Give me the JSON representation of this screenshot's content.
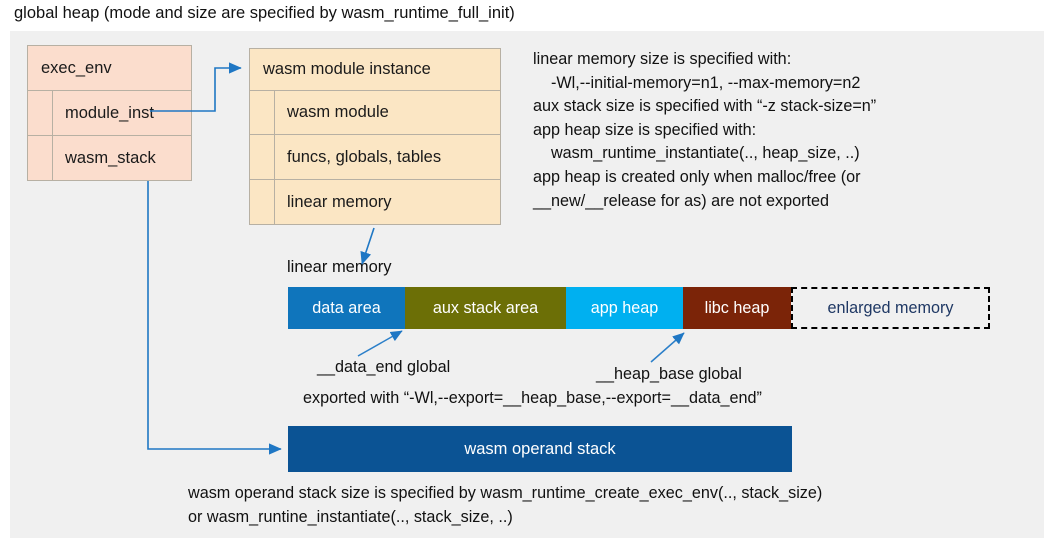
{
  "title": "global heap (mode and size are specified by wasm_runtime_full_init)",
  "exec_env": {
    "header": "exec_env",
    "rows": [
      {
        "label": "module_inst"
      },
      {
        "label": "wasm_stack"
      }
    ]
  },
  "module_instance": {
    "header": "wasm module instance",
    "rows": [
      {
        "label": "wasm module"
      },
      {
        "label": "funcs, globals, tables"
      },
      {
        "label": "linear memory"
      }
    ]
  },
  "info_text": "linear memory size is specified with:\n    -Wl,--initial-memory=n1, --max-memory=n2\naux stack size is specified with “-z stack-size=n”\napp heap size is specified with:\n    wasm_runtime_instantiate(.., heap_size, ..)\napp heap is created only when malloc/free (or\n__new/__release for as) are not exported",
  "linear_memory": {
    "caption": "linear memory",
    "segments": [
      {
        "label": "data area",
        "color": "#0f75bc"
      },
      {
        "label": "aux stack area",
        "color": "#6c6f06"
      },
      {
        "label": "app heap",
        "color": "#00b0f0"
      },
      {
        "label": "libc heap",
        "color": "#7b2408"
      },
      {
        "label": "enlarged memory",
        "color": "#f0f0f0",
        "style": "dashed",
        "text_color": "#1f3864"
      }
    ]
  },
  "annotations": {
    "data_end": "__data_end global",
    "heap_base": "__heap_base global",
    "exported_with": "exported with “-Wl,--export=__heap_base,--export=__data_end”"
  },
  "operand_stack": {
    "label": "wasm operand stack",
    "color": "#0b5394",
    "note": "wasm operand stack size is specified by wasm_runtime_create_exec_env(.., stack_size)\nor wasm_runtine_instantiate(.., stack_size, ..)"
  },
  "colors": {
    "panel_bg": "#f0f0f0",
    "pink": "#fbddcd",
    "cream": "#fbe6c4",
    "border": "#b7b0a3",
    "arrow": "#1f77c4"
  }
}
